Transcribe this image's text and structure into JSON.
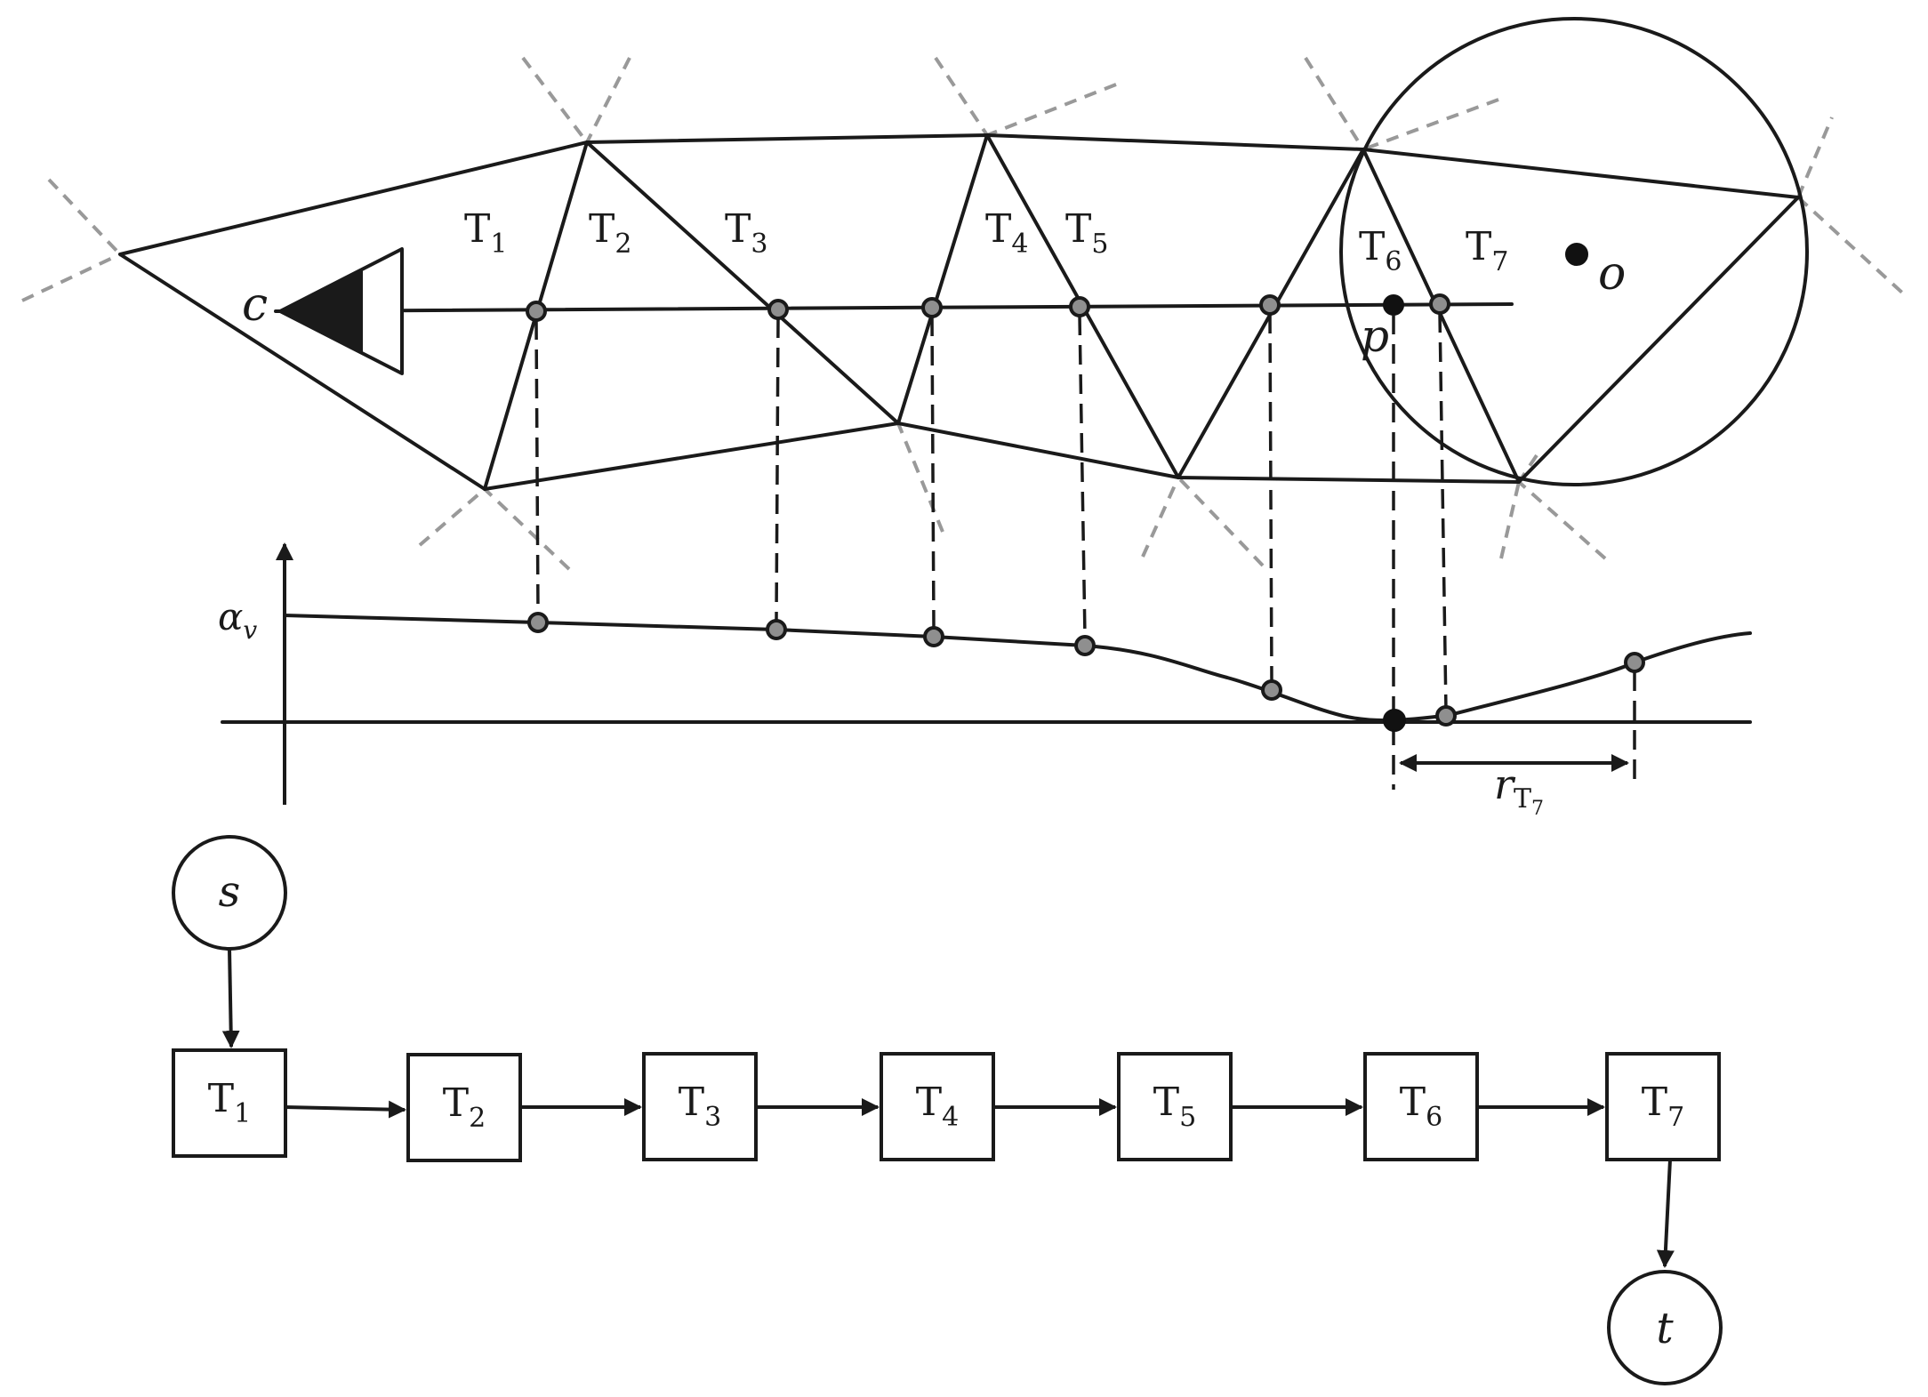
{
  "diagram": {
    "triangles": [
      {
        "label": "T",
        "sub": "1"
      },
      {
        "label": "T",
        "sub": "2"
      },
      {
        "label": "T",
        "sub": "3"
      },
      {
        "label": "T",
        "sub": "4"
      },
      {
        "label": "T",
        "sub": "5"
      },
      {
        "label": "T",
        "sub": "6"
      },
      {
        "label": "T",
        "sub": "7"
      }
    ],
    "camera_label": "c",
    "point_p_label": "p",
    "circumcenter_label": "o",
    "graph": {
      "y_label": "α",
      "y_label_sub": "v",
      "radius_label": "r",
      "radius_sub_label": "T",
      "radius_sub_index": "7"
    },
    "chain": {
      "source_label": "s",
      "target_label": "t",
      "nodes": [
        {
          "label": "T",
          "sub": "1"
        },
        {
          "label": "T",
          "sub": "2"
        },
        {
          "label": "T",
          "sub": "3"
        },
        {
          "label": "T",
          "sub": "4"
        },
        {
          "label": "T",
          "sub": "5"
        },
        {
          "label": "T",
          "sub": "6"
        },
        {
          "label": "T",
          "sub": "7"
        }
      ]
    }
  }
}
